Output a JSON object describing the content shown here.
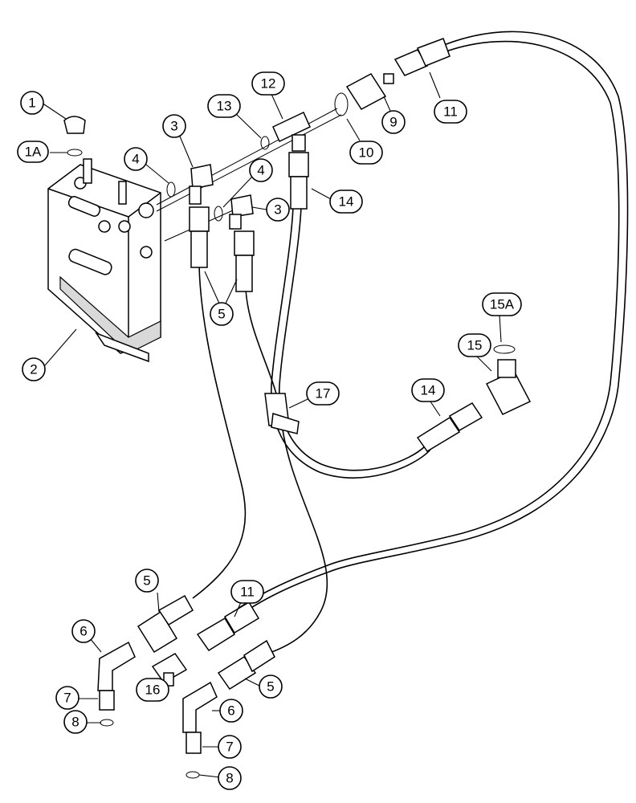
{
  "callouts": [
    {
      "id": "c1",
      "label": "1"
    },
    {
      "id": "c1a",
      "label": "1A"
    },
    {
      "id": "c2",
      "label": "2"
    },
    {
      "id": "c3a",
      "label": "3"
    },
    {
      "id": "c3b",
      "label": "3"
    },
    {
      "id": "c4a",
      "label": "4"
    },
    {
      "id": "c4b",
      "label": "4"
    },
    {
      "id": "c5a",
      "label": "5"
    },
    {
      "id": "c5b",
      "label": "5"
    },
    {
      "id": "c5c",
      "label": "5"
    },
    {
      "id": "c6a",
      "label": "6"
    },
    {
      "id": "c6b",
      "label": "6"
    },
    {
      "id": "c7a",
      "label": "7"
    },
    {
      "id": "c7b",
      "label": "7"
    },
    {
      "id": "c8a",
      "label": "8"
    },
    {
      "id": "c8b",
      "label": "8"
    },
    {
      "id": "c9",
      "label": "9"
    },
    {
      "id": "c10",
      "label": "10"
    },
    {
      "id": "c11a",
      "label": "11"
    },
    {
      "id": "c11b",
      "label": "11"
    },
    {
      "id": "c12",
      "label": "12"
    },
    {
      "id": "c13",
      "label": "13"
    },
    {
      "id": "c14a",
      "label": "14"
    },
    {
      "id": "c14b",
      "label": "14"
    },
    {
      "id": "c15",
      "label": "15"
    },
    {
      "id": "c15a",
      "label": "15A"
    },
    {
      "id": "c16",
      "label": "16"
    },
    {
      "id": "c17",
      "label": "17"
    }
  ]
}
